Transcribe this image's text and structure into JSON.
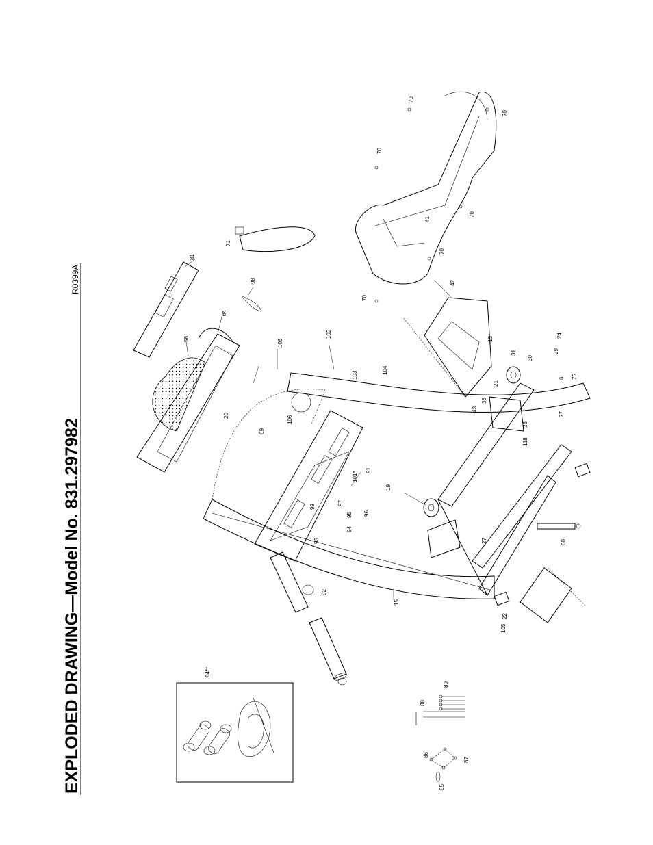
{
  "title": "EXPLODED DRAWING—Model No. 831.297982",
  "drawing_code": "R0399A",
  "labels": [
    "70",
    "70",
    "70",
    "70",
    "70",
    "70",
    "41",
    "71",
    "81",
    "98",
    "42",
    "64",
    "58",
    "105",
    "102",
    "13",
    "31",
    "30",
    "24",
    "29",
    "21",
    "36",
    "43",
    "6",
    "75",
    "28",
    "118",
    "77",
    "20",
    "69",
    "106",
    "99",
    "103",
    "104",
    "101*",
    "91",
    "19",
    "95",
    "94",
    "93",
    "97",
    "96",
    "27",
    "105",
    "22",
    "60",
    "92",
    "15",
    "84**",
    "88",
    "89",
    "86",
    "87",
    "85"
  ]
}
